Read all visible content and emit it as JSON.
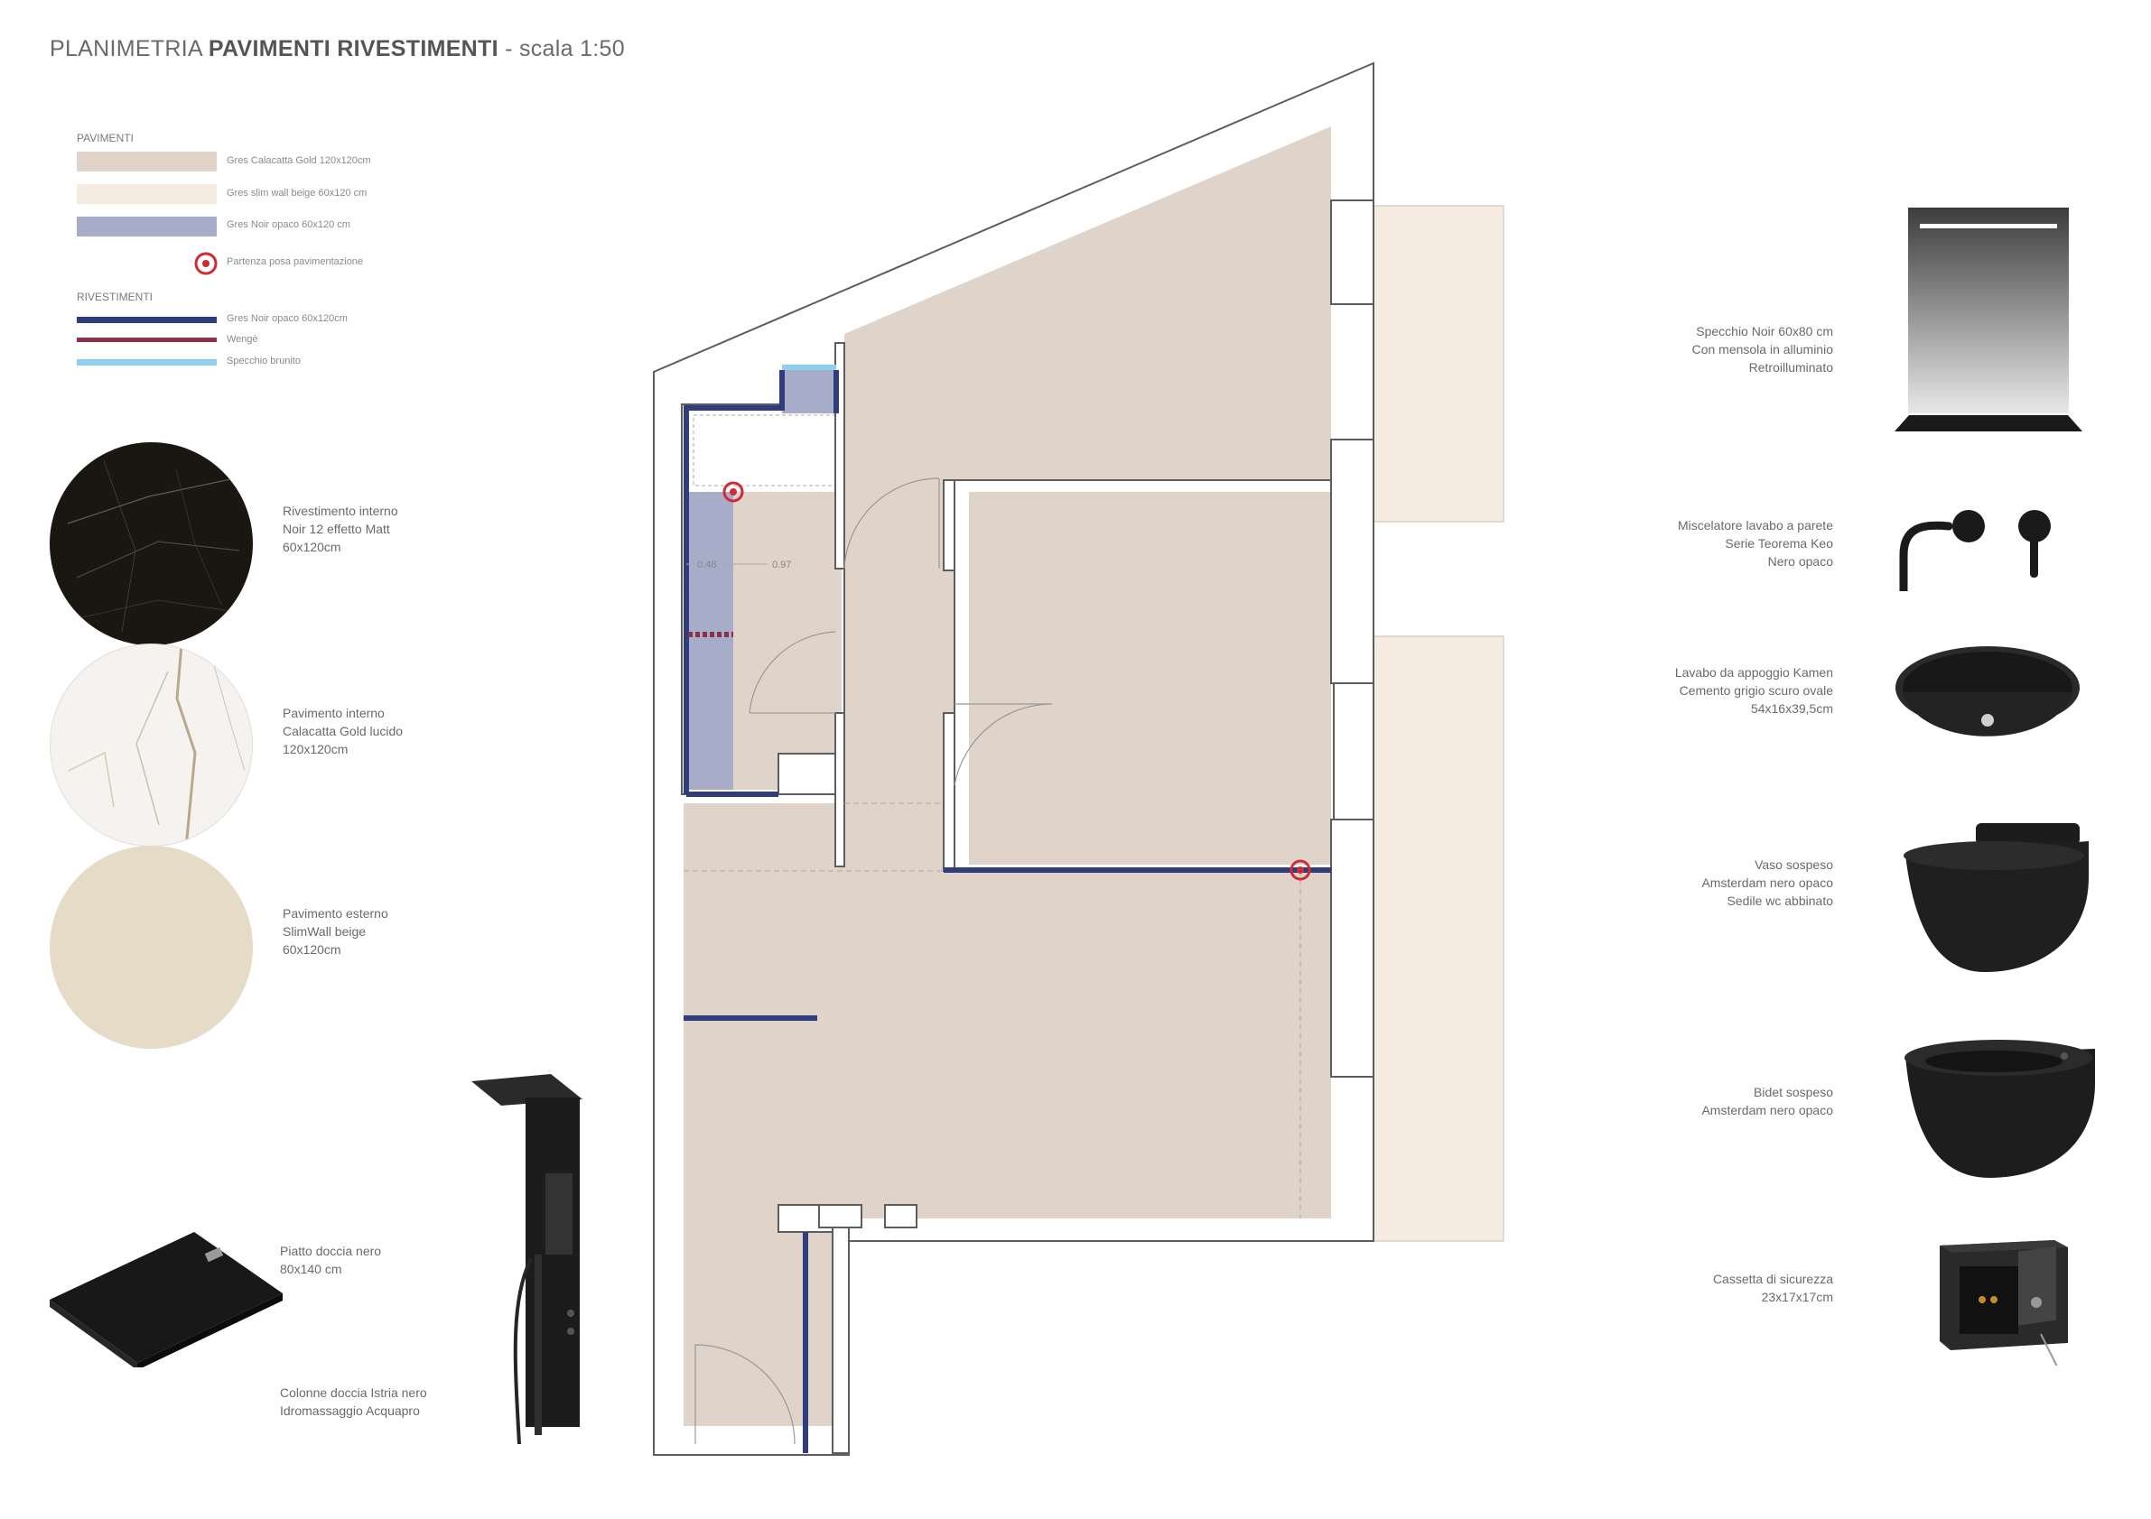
{
  "title": {
    "prefix": "PLANIMETRIA ",
    "bold": "PAVIMENTI RIVESTIMENTI",
    "suffix": " - scala 1:50"
  },
  "legend": {
    "pavimenti_heading": "PAVIMENTI",
    "pavimenti": [
      {
        "label": "Gres Calacatta Gold 120x120cm",
        "color": "#e0d4ca"
      },
      {
        "label": "Gres slim wall beige 60x120 cm",
        "color": "#f6ebe0"
      },
      {
        "label": "Gres Noir opaco 60x120 cm",
        "color": "#a7acc9"
      }
    ],
    "start_marker_label": "Partenza posa pavimentazione",
    "marker_color": "#d12a35",
    "rivestimenti_heading": "RIVESTIMENTI",
    "rivestimenti": [
      {
        "label": "Gres Noir opaco 60x120cm",
        "color": "#2f3c7e"
      },
      {
        "label": "Wengè",
        "color": "#8b3049"
      },
      {
        "label": "Specchio brunito",
        "color": "#8ccfee"
      }
    ]
  },
  "materials": [
    {
      "text": "Rivestimento interno\nNoir 12 effetto Matt\n60x120cm",
      "icon": "marble-black-sample"
    },
    {
      "text": "Pavimento interno\nCalacatta Gold lucido\n120x120cm",
      "icon": "marble-white-sample"
    },
    {
      "text": "Pavimento esterno\nSlimWall beige\n60x120cm",
      "icon": "beige-sample"
    }
  ],
  "shower_items": [
    {
      "text": "Piatto doccia nero\n80x140 cm"
    },
    {
      "text": "Colonne doccia Istria nero\nIdromassaggio Acquapro"
    }
  ],
  "products": [
    {
      "text": "Specchio Noir 60x80 cm\nCon mensola in alluminio\nRetroilluminato",
      "icon": "mirror-icon"
    },
    {
      "text": "Miscelatore lavabo a parete\nSerie Teorema Keo\nNero opaco",
      "icon": "faucet-icon"
    },
    {
      "text": "Lavabo da appoggio Kamen\nCemento grigio scuro ovale\n54x16x39,5cm",
      "icon": "basin-icon"
    },
    {
      "text": "Vaso sospeso\nAmsterdam nero opaco\nSedile wc abbinato",
      "icon": "toilet-icon"
    },
    {
      "text": "Bidet sospeso\nAmsterdam nero opaco",
      "icon": "bidet-icon"
    },
    {
      "text": "Cassetta di sicurezza\n23x17x17cm",
      "icon": "safe-icon"
    }
  ],
  "plan": {
    "dimension_labels": [
      "0.48",
      "0.97"
    ],
    "colors": {
      "floor_interior": "#e0d4ca",
      "floor_exterior": "#f6ebe0",
      "floor_bathroom": "#a7acc9",
      "wall": "#5d5d5d"
    }
  }
}
